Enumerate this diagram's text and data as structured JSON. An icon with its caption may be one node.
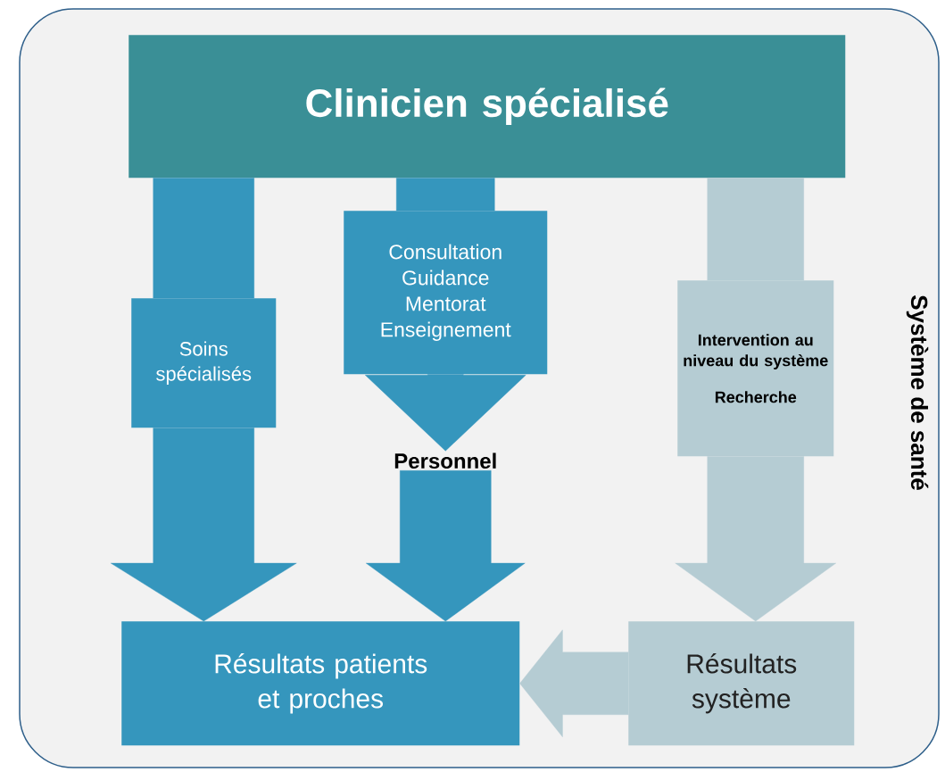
{
  "diagram": {
    "nodes": [
      {
        "text": [
          "Système de santé"
        ]
      },
      {
        "text": [
          "Clinicien spécialisé"
        ],
        "in": 0
      },
      {
        "text": [
          "Soins spécialisés"
        ],
        "in": 0
      },
      {
        "text": [
          "Consultation",
          "Guidance",
          "Mentorat",
          "Enseignement"
        ],
        "in": 0
      },
      {
        "text": [
          "Personnel"
        ],
        "in": 0
      },
      {
        "text": [
          "Intervention au niveau du système",
          "Recherche"
        ],
        "in": 0
      },
      {
        "text": [
          "Résultats patients et proches"
        ],
        "in": 0
      },
      {
        "text": [
          "Résultats système"
        ],
        "in": 0
      }
    ],
    "edges": [
      {
        "from": 1,
        "to": 2,
        "arrow": "none"
      },
      {
        "from": 2,
        "to": 6,
        "arrow": "to"
      },
      {
        "from": 1,
        "to": 3,
        "arrow": "none"
      },
      {
        "from": 3,
        "to": 4,
        "arrow": "to"
      },
      {
        "from": 4,
        "to": 6,
        "arrow": "to"
      },
      {
        "from": 1,
        "to": 5,
        "arrow": "none",
        "color": "#b5ccd3"
      },
      {
        "from": 5,
        "to": 7,
        "arrow": "to",
        "color": "#b5ccd3"
      },
      {
        "from": 7,
        "to": 6,
        "arrow": "to",
        "color": "#b5ccd3"
      }
    ]
  }
}
